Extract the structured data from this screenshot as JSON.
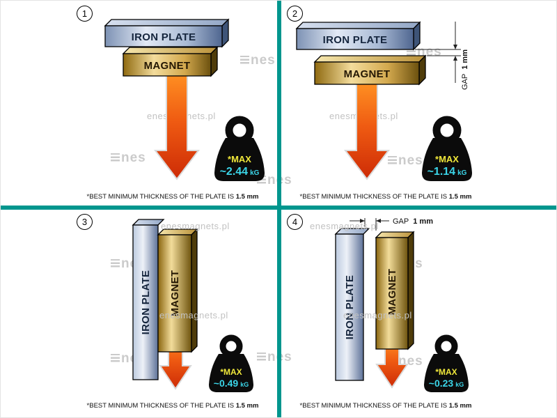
{
  "watermark": {
    "site": "enesmagnets.pl",
    "logo_suffix": "nes"
  },
  "caption": {
    "text": "*BEST MINIMUM THICKNESS OF THE PLATE IS ",
    "bold": "1.5 mm"
  },
  "labels": {
    "iron_plate": "IRON PLATE",
    "magnet": "MAGNET",
    "max": "*MAX",
    "unit": "kG",
    "gap": "GAP",
    "gap_value": "1 mm"
  },
  "panels": [
    {
      "num": "1",
      "configuration": "plate on magnet, no gap",
      "max_value": "~2.44"
    },
    {
      "num": "2",
      "configuration": "plate above magnet, 1 mm gap",
      "max_value": "~1.14"
    },
    {
      "num": "3",
      "configuration": "vertical plate and magnet touching",
      "max_value": "~0.49"
    },
    {
      "num": "4",
      "configuration": "vertical plate and magnet, 1 mm gap",
      "max_value": "~0.23"
    }
  ],
  "colors": {
    "divider": "#00968e",
    "max_label": "#efe73a",
    "value_text": "#3bd5e8",
    "arrow": "#ee5a10",
    "iron_plate": "#a9bad4",
    "magnet": "#d9b35c",
    "weight": "#0b0b0b"
  }
}
